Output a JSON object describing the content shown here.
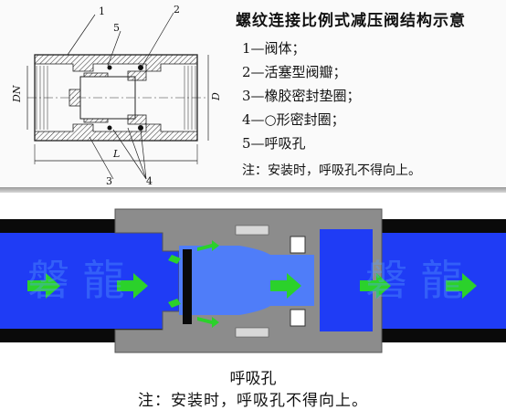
{
  "top_panel": {
    "title": "螺纹连接比例式减压阀结构示意",
    "legend": [
      "1—阀体；",
      "2—活塞型阀瓣；",
      "3—橡胶密封垫圈；",
      "4—○形密封圈；",
      "5—呼吸孔"
    ],
    "note": "注：安装时，呼吸孔不得向上。",
    "callouts": [
      "1",
      "2",
      "5",
      "3",
      "4"
    ],
    "dims": {
      "dn": "DN",
      "d": "D",
      "l": "L"
    }
  },
  "bottom_panel": {
    "caption_label": "呼吸孔",
    "caption_note": "注：安装时，呼吸孔不得向上。",
    "watermark": "磐 龍"
  },
  "colors": {
    "flow_blue": "#1f3cf5",
    "flow_light": "#5aa0ff",
    "arrow_green": "#2bd12b",
    "body_gray": "#8c8c8c",
    "pipe_black": "#0a0a0a"
  }
}
